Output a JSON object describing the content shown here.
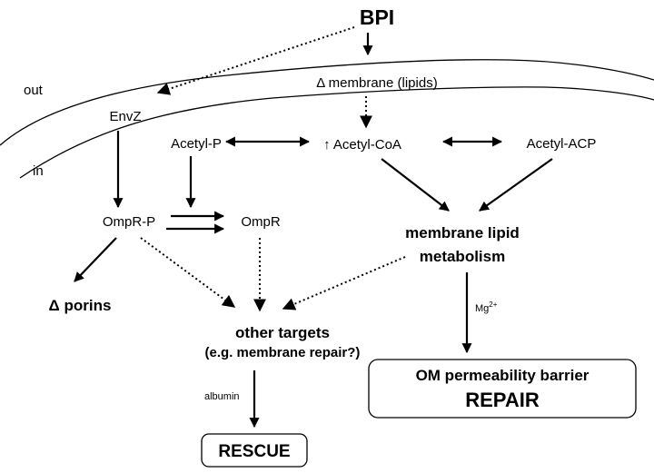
{
  "nodes": {
    "bpi": "BPI",
    "out": "out",
    "in": "in",
    "membrane": "Δ  membrane (lipids)",
    "envz": "EnvZ",
    "acetyl_p": "Acetyl-P",
    "acetyl_coa": "↑ Acetyl-CoA",
    "acetyl_acp": "Acetyl-ACP",
    "ompr_p": "OmpR-P",
    "ompr": "OmpR",
    "lipid_metabolism_1": "membrane lipid",
    "lipid_metabolism_2": "metabolism",
    "porins": "Δ porins",
    "other_targets_1": "other targets",
    "other_targets_2": "(e.g. membrane repair?)",
    "mg": "Mg",
    "mg_sup": "2+",
    "albumin": "albumin",
    "barrier_1": "OM permeability barrier",
    "barrier_2": "REPAIR",
    "rescue": "RESCUE"
  }
}
